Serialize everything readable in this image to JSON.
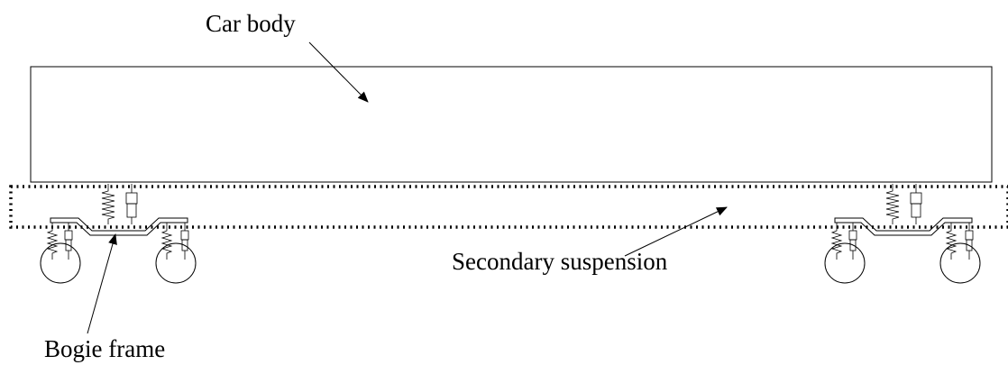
{
  "labels": {
    "car_body": "Car body",
    "secondary_suspension": "Secondary suspension",
    "bogie_frame": "Bogie frame"
  },
  "bogies": [
    {
      "id": "left"
    },
    {
      "id": "right"
    }
  ]
}
